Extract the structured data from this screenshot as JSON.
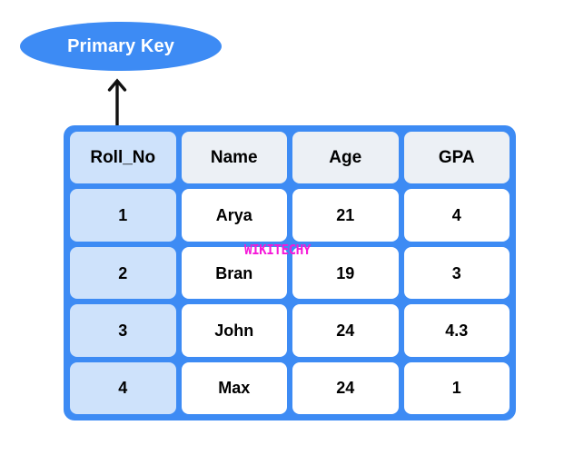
{
  "diagram": {
    "title": "Primary Key table diagram",
    "background_color": "#ffffff",
    "accent_color": "#3d8bf4"
  },
  "callout": {
    "label": "Primary Key",
    "shape": "ellipse",
    "fill_color": "#3d8bf4",
    "text_color": "#ffffff",
    "points_to": "Roll_No"
  },
  "arrow": {
    "name": "arrow-up",
    "color": "#000000",
    "direction": "up"
  },
  "table": {
    "border_color": "#3d8bf4",
    "header_cell_color": "#ecf0f5",
    "key_column_color": "#cee2fb",
    "body_cell_color": "#ffffff",
    "columns": [
      "Roll_No",
      "Name",
      "Age",
      "GPA"
    ],
    "key_column_index": 0,
    "rows": [
      [
        "1",
        "Arya",
        "21",
        "4"
      ],
      [
        "2",
        "Bran",
        "19",
        "3"
      ],
      [
        "3",
        "John",
        "24",
        "4.3"
      ],
      [
        "4",
        "Max",
        "24",
        "1"
      ]
    ]
  },
  "watermark": {
    "text": "WIKITECHY",
    "color": "#f618d8"
  }
}
